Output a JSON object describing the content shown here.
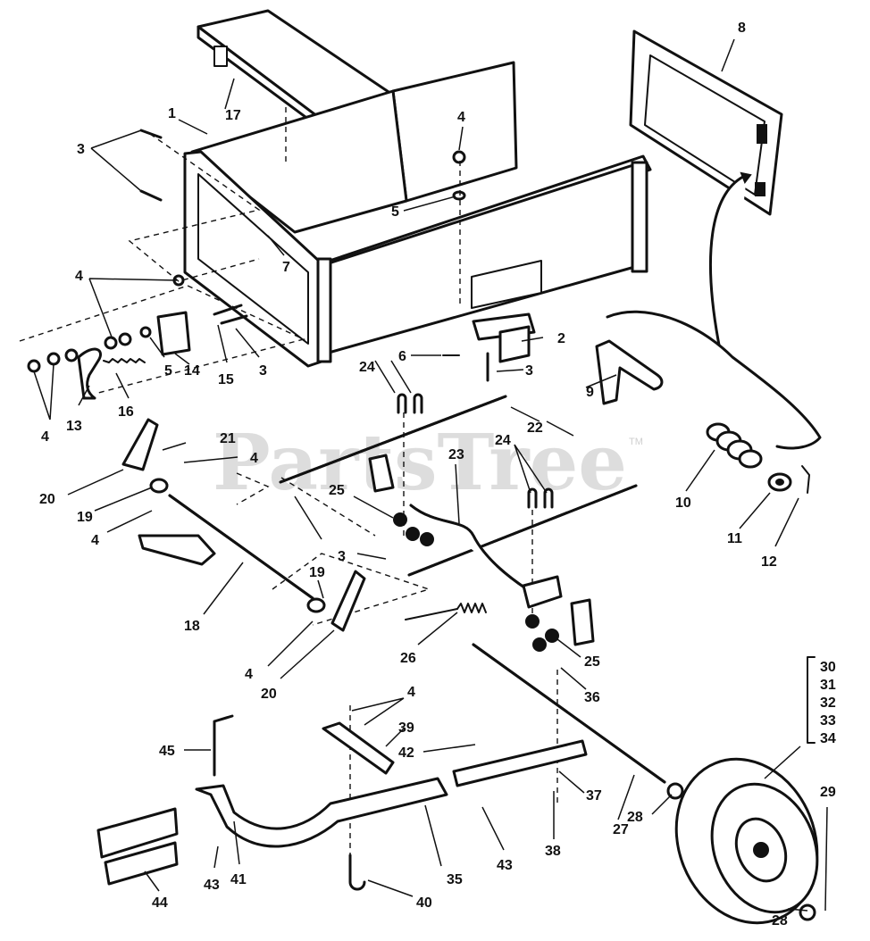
{
  "watermark": {
    "text": "PartsTree",
    "tm": "TM"
  },
  "callouts": [
    {
      "id": "c8",
      "label": "8"
    },
    {
      "id": "c17",
      "label": "17"
    },
    {
      "id": "c1",
      "label": "1"
    },
    {
      "id": "c3a",
      "label": "3"
    },
    {
      "id": "c4a",
      "label": "4"
    },
    {
      "id": "c5a",
      "label": "5"
    },
    {
      "id": "c7",
      "label": "7"
    },
    {
      "id": "c4b",
      "label": "4"
    },
    {
      "id": "c2",
      "label": "2"
    },
    {
      "id": "c6",
      "label": "6"
    },
    {
      "id": "c3b",
      "label": "3"
    },
    {
      "id": "c9",
      "label": "9"
    },
    {
      "id": "c13",
      "label": "13"
    },
    {
      "id": "c4c",
      "label": "4"
    },
    {
      "id": "c16",
      "label": "16"
    },
    {
      "id": "c5b",
      "label": "5"
    },
    {
      "id": "c14",
      "label": "14"
    },
    {
      "id": "c15",
      "label": "15"
    },
    {
      "id": "c3c",
      "label": "3"
    },
    {
      "id": "c24a",
      "label": "24"
    },
    {
      "id": "c22",
      "label": "22"
    },
    {
      "id": "c21",
      "label": "21"
    },
    {
      "id": "c4d",
      "label": "4"
    },
    {
      "id": "c20a",
      "label": "20"
    },
    {
      "id": "c10",
      "label": "10"
    },
    {
      "id": "c11",
      "label": "11"
    },
    {
      "id": "c12",
      "label": "12"
    },
    {
      "id": "c19a",
      "label": "19"
    },
    {
      "id": "c4e",
      "label": "4"
    },
    {
      "id": "c25a",
      "label": "25"
    },
    {
      "id": "c23",
      "label": "23"
    },
    {
      "id": "c24b",
      "label": "24"
    },
    {
      "id": "c3d",
      "label": "3"
    },
    {
      "id": "c18",
      "label": "18"
    },
    {
      "id": "c19b",
      "label": "19"
    },
    {
      "id": "c26",
      "label": "26"
    },
    {
      "id": "c25b",
      "label": "25"
    },
    {
      "id": "c4f",
      "label": "4"
    },
    {
      "id": "c20b",
      "label": "20"
    },
    {
      "id": "c36",
      "label": "36"
    },
    {
      "id": "c30",
      "label": "30"
    },
    {
      "id": "c31",
      "label": "31"
    },
    {
      "id": "c32",
      "label": "32"
    },
    {
      "id": "c33",
      "label": "33"
    },
    {
      "id": "c34",
      "label": "34"
    },
    {
      "id": "c4g",
      "label": "4"
    },
    {
      "id": "c39",
      "label": "39"
    },
    {
      "id": "c45",
      "label": "45"
    },
    {
      "id": "c42",
      "label": "42"
    },
    {
      "id": "c37",
      "label": "37"
    },
    {
      "id": "c29",
      "label": "29"
    },
    {
      "id": "c28a",
      "label": "28"
    },
    {
      "id": "c27",
      "label": "27"
    },
    {
      "id": "c38",
      "label": "38"
    },
    {
      "id": "c43a",
      "label": "43"
    },
    {
      "id": "c35",
      "label": "35"
    },
    {
      "id": "c41",
      "label": "41"
    },
    {
      "id": "c43b",
      "label": "43"
    },
    {
      "id": "c40",
      "label": "40"
    },
    {
      "id": "c44",
      "label": "44"
    },
    {
      "id": "c28b",
      "label": "28"
    }
  ]
}
